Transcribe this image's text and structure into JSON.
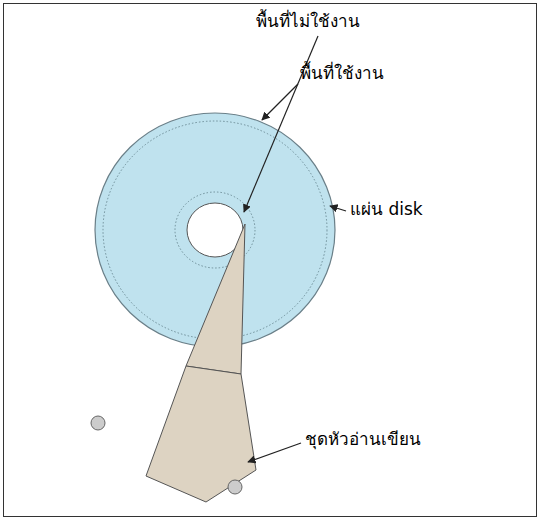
{
  "diagram": {
    "labels": [
      "พื้นที่ไม่ใช้งาน",
      "พื้นที่ใช้งาน",
      "แผ่น disk",
      "ชุดหัวอ่านเขียน"
    ]
  }
}
